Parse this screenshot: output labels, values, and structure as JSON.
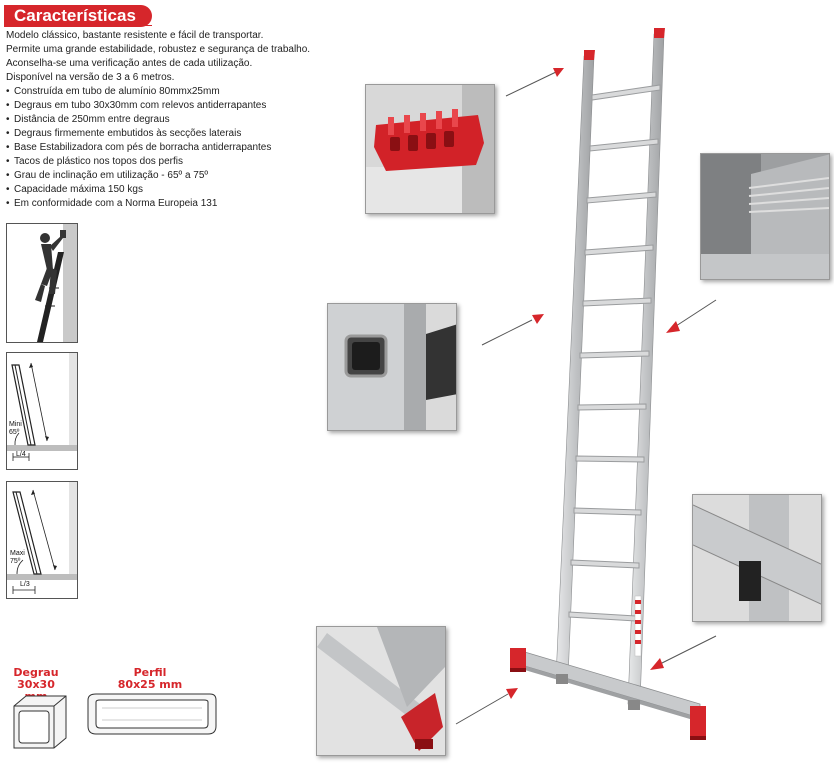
{
  "header": {
    "title": "Características"
  },
  "intro": [
    "Modelo clássico, bastante resistente e fácil de transportar.",
    "Permite uma grande estabilidade, robustez e segurança de trabalho.",
    " Aconselha-se uma verificação antes de cada utilização.",
    "Disponível na versão de 3 a 6 metros."
  ],
  "features": [
    "Construída em tubo de alumínio 80mmx25mm",
    "Degraus em tubo 30x30mm com relevos antiderrapantes",
    "Distância de 250mm entre degraus",
    "Degraus firmemente embutidos às secções laterais",
    "Base Estabilizadora com pés de borracha antiderrapantes",
    "Tacos de plástico nos topos dos perfis",
    "Grau de inclinação em utilização - 65º a 75º",
    "Capacidade máxima 150 kgs",
    "Em conformidade com a Norma Europeia 131"
  ],
  "diagrams": {
    "min": {
      "angle_label_1": "Mini",
      "angle_label_2": "65º",
      "ratio": "L/4"
    },
    "max": {
      "angle_label_1": "Maxi",
      "angle_label_2": "75º",
      "ratio": "L/3"
    }
  },
  "profiles": {
    "rung": {
      "line1": "Degrau",
      "line2": "30x30 mm"
    },
    "rail": {
      "line1": "Perfil",
      "line2": "80x25 mm"
    }
  },
  "colors": {
    "accent": "#d6262b",
    "aluminium": "#c8cacc",
    "panel_grey": "#c9c9c9"
  }
}
